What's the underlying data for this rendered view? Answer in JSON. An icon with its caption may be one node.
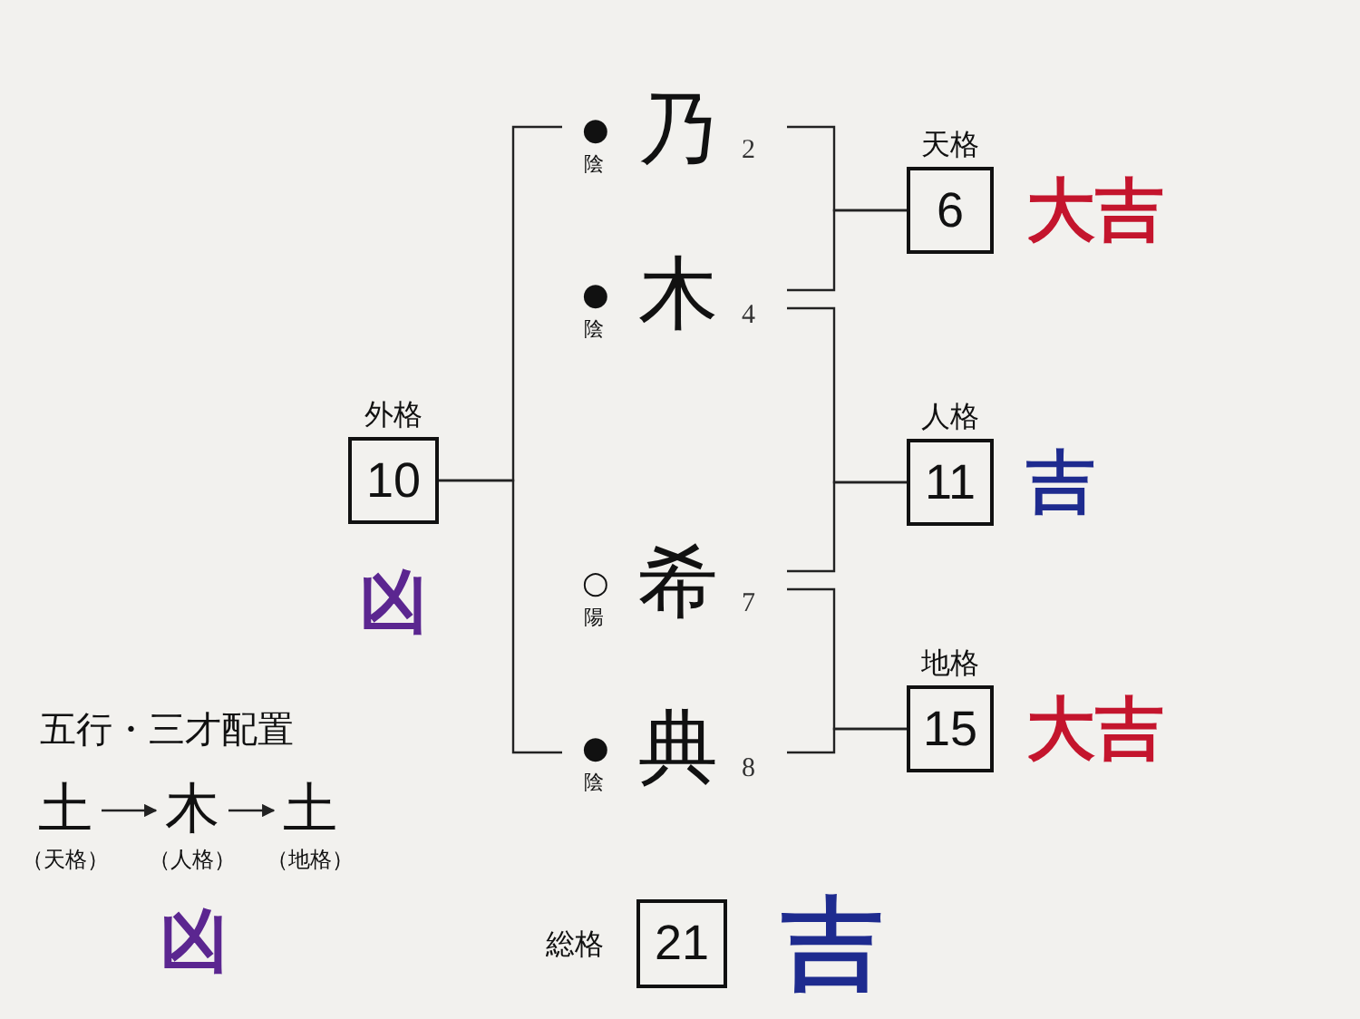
{
  "diagram": {
    "nodes": [
      {
        "text": [
          "乃"
        ],
        "beside": [
          "●",
          "陰",
          "2"
        ]
      },
      {
        "text": [
          "木"
        ],
        "beside": [
          "●",
          "陰",
          "4"
        ]
      },
      {
        "text": [
          "希"
        ],
        "beside": [
          "○",
          "陽",
          "7"
        ]
      },
      {
        "text": [
          "典"
        ],
        "beside": [
          "●",
          "陰",
          "8"
        ]
      },
      {
        "text": [
          "天格",
          "6"
        ],
        "beside": [
          "大吉"
        ]
      },
      {
        "text": [
          "人格",
          "11"
        ],
        "beside": [
          "吉"
        ]
      },
      {
        "text": [
          "地格",
          "15"
        ],
        "beside": [
          "大吉"
        ]
      },
      {
        "text": [
          "外格",
          "10"
        ],
        "beside": [
          "凶"
        ]
      },
      {
        "text": [
          "総格",
          "21"
        ],
        "beside": [
          "吉"
        ]
      },
      {
        "text": [
          "土"
        ],
        "beside": [
          "（天格）"
        ]
      },
      {
        "text": [
          "木"
        ],
        "beside": [
          "（人格）"
        ]
      },
      {
        "text": [
          "土"
        ],
        "beside": [
          "（地格）"
        ]
      }
    ],
    "edges": [
      {
        "from": 0,
        "to": 4,
        "arrow": "none"
      },
      {
        "from": 1,
        "to": 4,
        "arrow": "none"
      },
      {
        "from": 1,
        "to": 5,
        "arrow": "none"
      },
      {
        "from": 2,
        "to": 5,
        "arrow": "none"
      },
      {
        "from": 2,
        "to": 6,
        "arrow": "none"
      },
      {
        "from": 3,
        "to": 6,
        "arrow": "none"
      },
      {
        "from": 0,
        "to": 7,
        "arrow": "none"
      },
      {
        "from": 3,
        "to": 7,
        "arrow": "none"
      },
      {
        "from": 9,
        "to": 10,
        "arrow": "to"
      },
      {
        "from": 10,
        "to": 11,
        "arrow": "to"
      }
    ],
    "labels": [
      "五行・三才配置",
      "凶"
    ]
  }
}
